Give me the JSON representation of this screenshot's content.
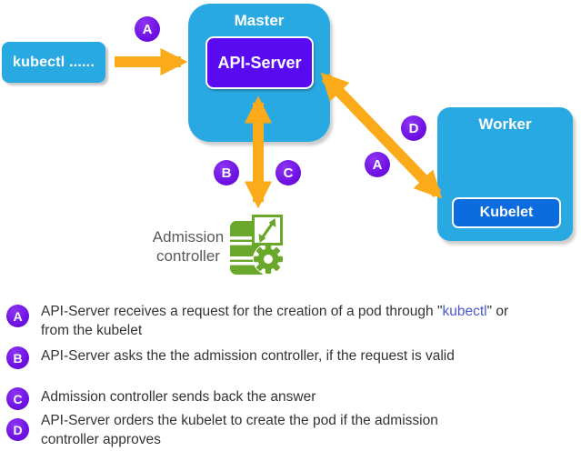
{
  "colors": {
    "bg": "#ffffff",
    "blue": "#29a9e1",
    "kubelet_blue": "#0a6cdf",
    "api_purple": "#5a0af0",
    "badge_purple": "#6f12e4",
    "orange": "#fbab19",
    "green": "#69a82a",
    "text_dark": "#333333",
    "gray_text": "#595959",
    "link_blue": "#4a57cf"
  },
  "diagram": {
    "kubectl_label": "kubectl ......",
    "master_label": "Master",
    "api_server_label": "API-Server",
    "worker_label": "Worker",
    "kubelet_label": "Kubelet",
    "admission_label": "Admission\ncontroller",
    "badges": {
      "a_top": "A",
      "b": "B",
      "c": "C",
      "d": "D",
      "a_diag": "A"
    },
    "icons": {
      "admission_icon": "admission-controller-server-gear-icon"
    }
  },
  "legend": {
    "items": [
      {
        "letter": "A",
        "prefix": "API-Server receives a request for the creation of a pod through \"",
        "highlight": "kubectl",
        "suffix": "\" or\nfrom the kubelet"
      },
      {
        "letter": "B",
        "text": "API-Server asks the the admission controller, if the request is valid"
      },
      {
        "letter": "C",
        "text": "Admission controller sends back the answer"
      },
      {
        "letter": "D",
        "text": "API-Server orders the kubelet to create the pod if the admission\ncontroller approves"
      }
    ]
  }
}
